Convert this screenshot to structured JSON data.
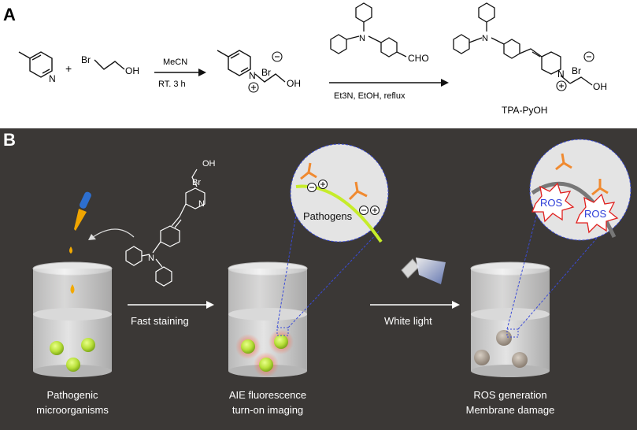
{
  "panel_a": {
    "label": "A",
    "plus": "+",
    "br": "Br",
    "oh": "OH",
    "step1_reagent": "MeCN",
    "step1_conditions": "RT. 3 h",
    "intermediate_br": "Br",
    "intermediate_n": "N",
    "intermediate_oh": "OH",
    "aldehyde": "CHO",
    "triphenylamine_n": "N",
    "step2_conditions": "Et3N, EtOH, reflux",
    "product_n": "N",
    "product_br": "Br",
    "product_oh": "OH",
    "product_name": "TPA-PyOH",
    "pyridine_n": "N"
  },
  "panel_b": {
    "label": "B",
    "stage1_caption_line1": "Pathogenic",
    "stage1_caption_line2": "microorganisms",
    "arrow1_label": "Fast staining",
    "stage2_caption_line1": "AIE fluorescence",
    "stage2_caption_line2": "turn-on imaging",
    "arrow2_label": "White light",
    "stage3_caption_line1": "ROS generation",
    "stage3_caption_line2": "Membrane damage",
    "zoom1_label": "Pathogens",
    "ros_label_1": "ROS",
    "ros_label_2": "ROS",
    "molecule_oh": "OH",
    "molecule_br": "Br",
    "molecule_n_pyridinium": "N",
    "molecule_n_amine": "N"
  },
  "colors": {
    "panel_b_background": "#3b3836",
    "bacteria_green": "#b8e03a",
    "fluorescence_glow": "#ff6a4a",
    "membrane_green": "#c6ec2a",
    "receptor_orange": "#f08a30",
    "ros_text_blue": "#2a3bd8",
    "ros_burst_red": "#e0201e",
    "zoom_dashed_blue": "#3a4bd8"
  }
}
